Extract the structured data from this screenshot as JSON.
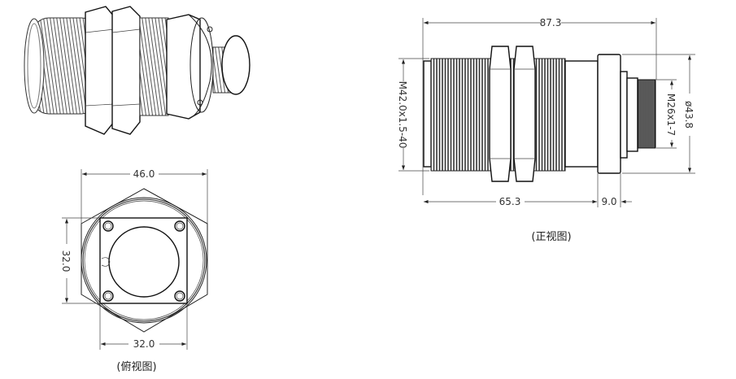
{
  "iso_view": {
    "name": "3d-connector-view"
  },
  "front_view": {
    "caption": "(正视图)",
    "dims": {
      "overall_length": "87.3",
      "body_length": "65.3",
      "flange_length": "9.0",
      "main_thread": "M42.0x1.5-40",
      "rear_thread": "M26x1-7",
      "flange_diameter": "ø43.8"
    }
  },
  "top_view": {
    "caption": "(俯视图)",
    "dims": {
      "hex_width": "46.0",
      "square_height": "32.0",
      "square_width": "32.0"
    }
  }
}
